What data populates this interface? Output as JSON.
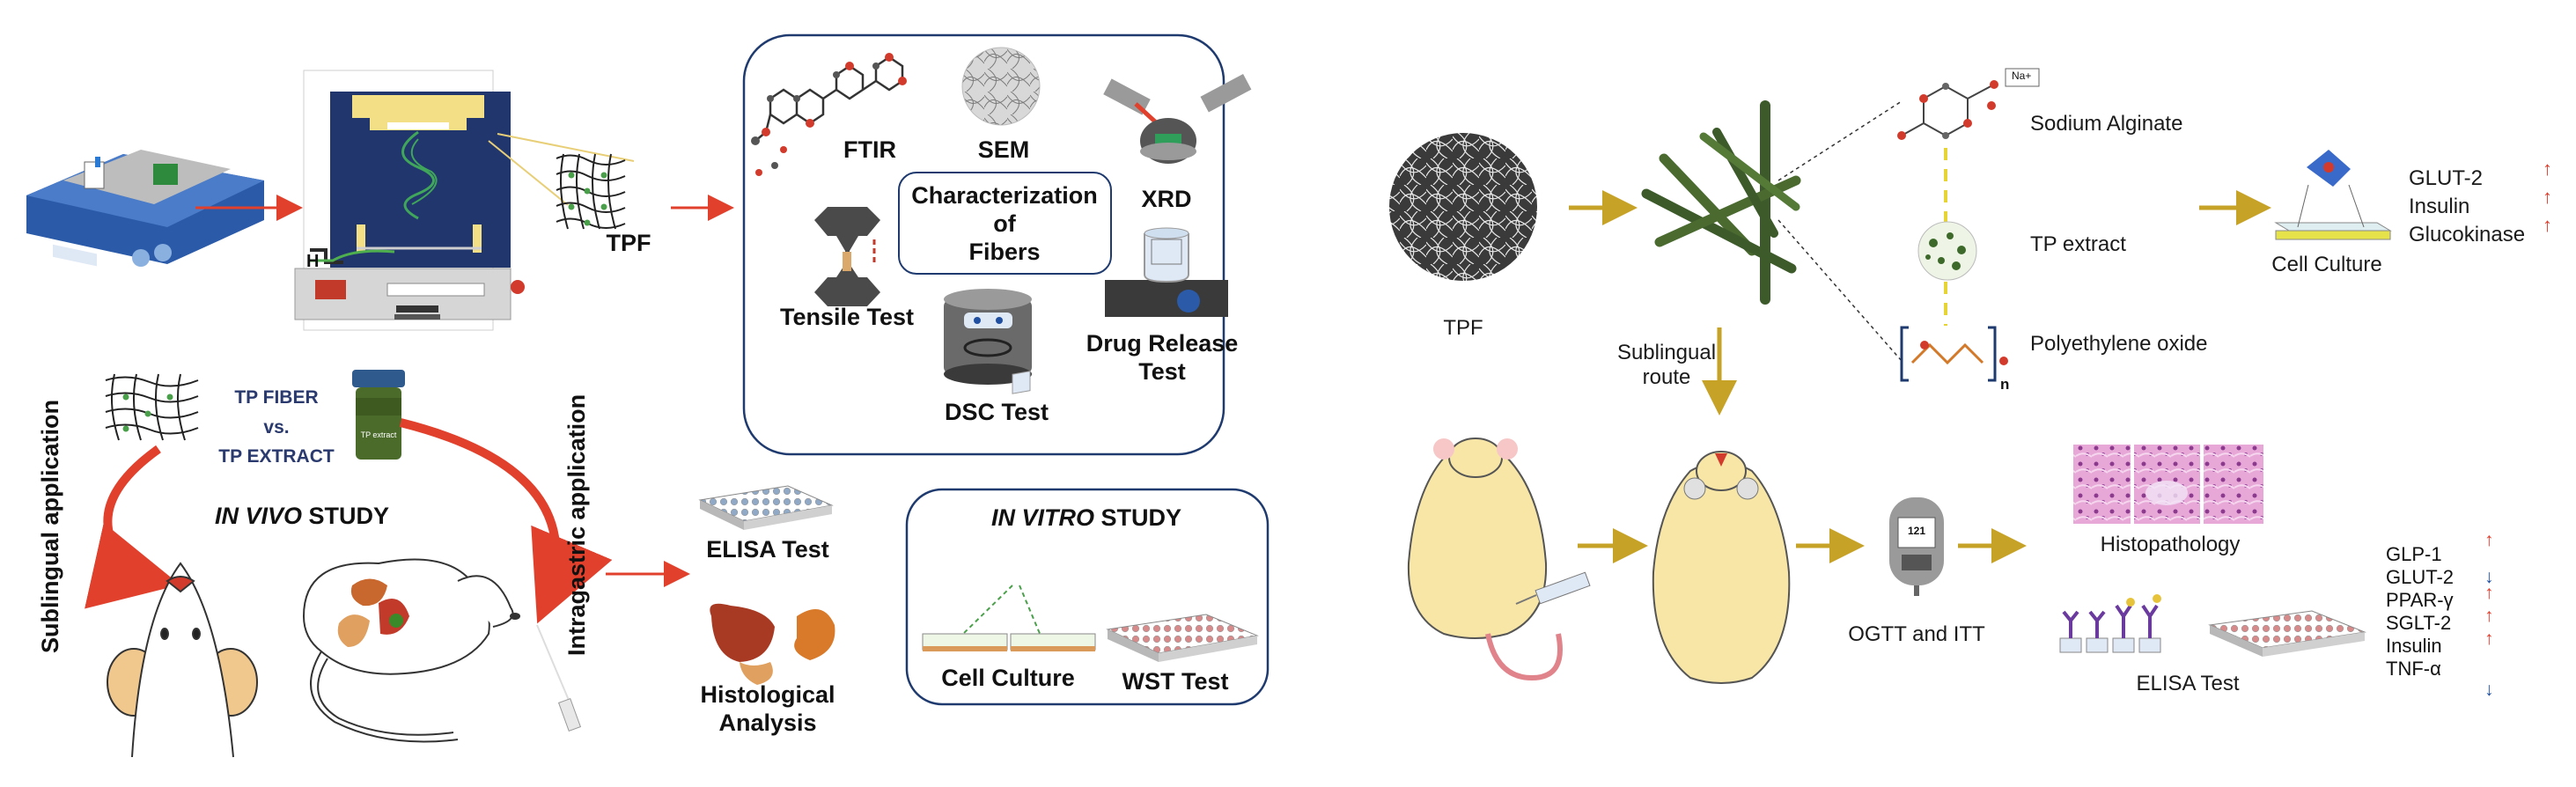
{
  "left_panel": {
    "tpf_label": "TPF",
    "characterization": {
      "ftir": "FTIR",
      "sem": "SEM",
      "xrd": "XRD",
      "center_lines": [
        "Characterization",
        "of",
        "Fibers"
      ],
      "tensile": "Tensile Test",
      "dsc": "DSC Test",
      "drug_release_lines": [
        "Drug Release",
        "Test"
      ]
    },
    "compare": [
      "TP FIBER",
      "vs.",
      "TP EXTRACT"
    ],
    "vial_label": "TP extract",
    "in_vivo": {
      "italic": "IN VIVO",
      "rest": " STUDY"
    },
    "sublingual": "Sublingual application",
    "intragastric": "Intragastric application",
    "elisa": "ELISA Test",
    "histology_lines": [
      "Histological",
      "Analysis"
    ],
    "in_vitro": {
      "italic": "IN VITRO",
      "rest": " STUDY",
      "cell_culture": "Cell Culture",
      "wst": "WST Test"
    }
  },
  "right_panel": {
    "tpf": "TPF",
    "sublingual_lines": [
      "Sublingual",
      "route"
    ],
    "components": [
      "Sodium Alginate",
      "TP extract",
      "Polyethylene oxide"
    ],
    "ion_label": "Na+",
    "n_label": "n",
    "cell_culture": "Cell Culture",
    "cell_markers": [
      {
        "name": "GLUT-2",
        "dir": "up"
      },
      {
        "name": "Insulin",
        "dir": "up"
      },
      {
        "name": "Glucokinase",
        "dir": "up"
      }
    ],
    "glucometer_value": "121",
    "ogtt": "OGTT and ITT",
    "histopathology": "Histopathology",
    "elisa": "ELISA Test",
    "elisa_markers": [
      {
        "name": "GLP-1",
        "dir": "up"
      },
      {
        "name": "GLUT-2",
        "dir": "down"
      },
      {
        "name": "PPAR-γ",
        "dir": "up"
      },
      {
        "name": "SGLT-2",
        "dir": "up"
      },
      {
        "name": "Insulin",
        "dir": "up"
      },
      {
        "name": "TNF-α",
        "dir": "down"
      }
    ]
  },
  "colors": {
    "red_arrow": "#e0402c",
    "gold_arrow": "#c6a227",
    "panel_border": "#1e3a6e",
    "fiber_green": "#3d5a2a",
    "rat_fill": "#f7e6a6"
  }
}
